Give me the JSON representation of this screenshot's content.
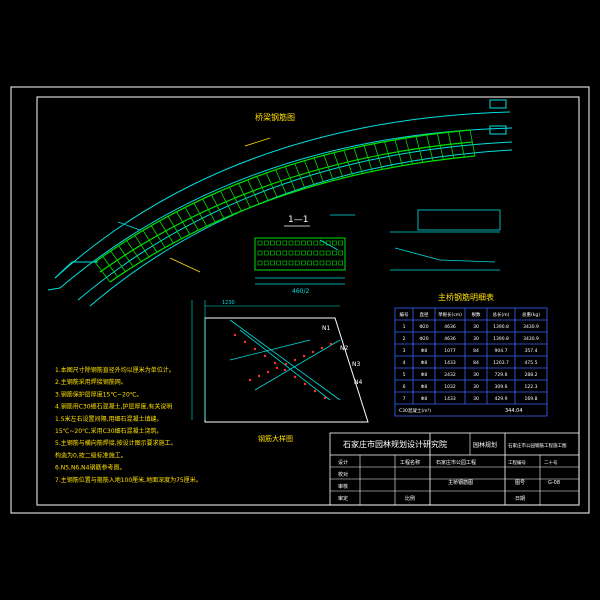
{
  "colors": {
    "background": "#000000",
    "frame": "#ffffff",
    "rebar_green": "#00e000",
    "dim_cyan": "#00e0e0",
    "outline_yellow": "#ffe000",
    "table_blue": "#3366ff",
    "text_white": "#ffffff",
    "magenta": "#ff00ff",
    "red": "#ff3030"
  },
  "plan_view": {
    "title": "桥梁钢筋图"
  },
  "section": {
    "title": "1—1",
    "width_label": "460/2"
  },
  "detail_view": {
    "title": "钢筋大样图",
    "side_dim": "1230",
    "labels": [
      "N1",
      "N2",
      "N3",
      "N4"
    ]
  },
  "table": {
    "title": "主桥钢筋明细表",
    "headers": [
      "编号",
      "直径",
      "单根长(cm)",
      "根数",
      "总长(m)",
      "总重(kg)"
    ],
    "rows": [
      [
        "1",
        "Φ20",
        "4636",
        "30",
        "1390.8",
        "3430.9"
      ],
      [
        "2",
        "Φ20",
        "4636",
        "30",
        "1390.8",
        "3430.9"
      ],
      [
        "3",
        "Φ8",
        "1077",
        "84",
        "904.7",
        "357.4"
      ],
      [
        "4",
        "Φ8",
        "1433",
        "84",
        "1203.7",
        "475.5"
      ],
      [
        "5",
        "Φ8",
        "2432",
        "30",
        "729.6",
        "288.2"
      ],
      [
        "6",
        "Φ8",
        "1032",
        "30",
        "309.6",
        "122.3"
      ],
      [
        "7",
        "Φ8",
        "1433",
        "30",
        "429.9",
        "169.8"
      ]
    ],
    "footer_label": "C30混凝土(m³)",
    "footer_value": "344.04"
  },
  "notes": {
    "lines": [
      "1.本图尺寸除钢筋直径外均以厘米为单位计。",
      "2.主钢筋采用焊接钢筋网。",
      "3.钢筋保护层厚度15℃~20℃。",
      "4.钢筋用C30细石混凝土,护层厚度,有关说明",
      "  1.5米左右设置间隔,用细石混凝土填缝。",
      "  15℃~20℃,采用C30细石混凝土浇筑。",
      "5.主钢筋与横向筋焊接,按设计图示要求施工。",
      "  构造为0,按二级标准施工。",
      "6.N5,N6,N4钢筋参考图。",
      "7.主钢筋位置与箍筋入地100厘米,地面深度为75厘米。"
    ]
  },
  "title_block": {
    "institute": "石家庄市园林规划设计研究院",
    "project_label": "园林规划",
    "drawing_name": "石家庄市公园钢筋工程施工图",
    "rows_left": [
      "设计",
      "校对",
      "审核",
      "审定"
    ],
    "col2": "工程名称",
    "col3": "石家庄市公园工程",
    "sheet_label": "主桥钢筋图",
    "sheet_no_label": "工程编号",
    "sheet_no": "二十号",
    "page_label": "图号",
    "page_no": "G-08",
    "date_label": "日期",
    "scale_label": "比例"
  }
}
